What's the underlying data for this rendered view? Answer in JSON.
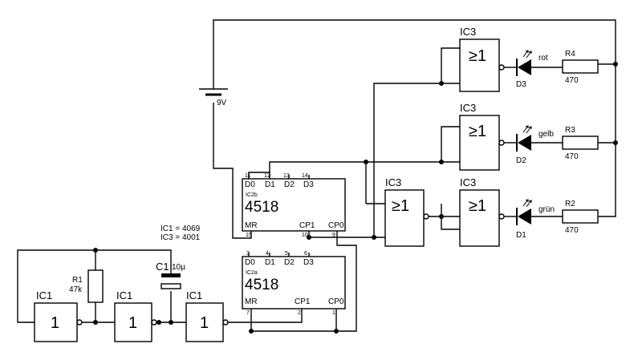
{
  "battery": {
    "label": "9V"
  },
  "ic_note": {
    "line1": "IC1 = 4069",
    "line2": "IC3 = 4001"
  },
  "resistors": {
    "r1": {
      "name": "R1",
      "value": "47k"
    },
    "r2": {
      "name": "R2",
      "value": "470"
    },
    "r3": {
      "name": "R3",
      "value": "470"
    },
    "r4": {
      "name": "R4",
      "value": "470"
    }
  },
  "capacitor": {
    "name": "C1",
    "value": "10µ"
  },
  "leds": {
    "d1": {
      "name": "D1",
      "color": "grün"
    },
    "d2": {
      "name": "D2",
      "color": "gelb"
    },
    "d3": {
      "name": "D3",
      "color": "rot"
    }
  },
  "inverters": {
    "label": "IC1",
    "symbol": "1"
  },
  "nor_gates": {
    "label": "IC3",
    "symbol": "≥1"
  },
  "ic2b": {
    "name": "IC2b",
    "part": "4518",
    "pins": {
      "d0": "D0",
      "d1": "D1",
      "d2": "D2",
      "d3": "D3",
      "mr": "MR",
      "cp1": "CP1",
      "cp0": "CP0"
    },
    "pin_numbers": {
      "d0": "11",
      "d1": "12",
      "d2": "13",
      "d3": "14",
      "mr": "15",
      "cp1": "10",
      "cp0": "9"
    }
  },
  "ic2a": {
    "name": "IC2a",
    "part": "4518",
    "pins": {
      "d0": "D0",
      "d1": "D1",
      "d2": "D2",
      "d3": "D3",
      "mr": "MR",
      "cp1": "CP1",
      "cp0": "CP0"
    },
    "pin_numbers": {
      "d0": "3",
      "d1": "4",
      "d2": "5",
      "d3": "6",
      "mr": "7",
      "cp1": "2",
      "cp0": "1"
    }
  }
}
